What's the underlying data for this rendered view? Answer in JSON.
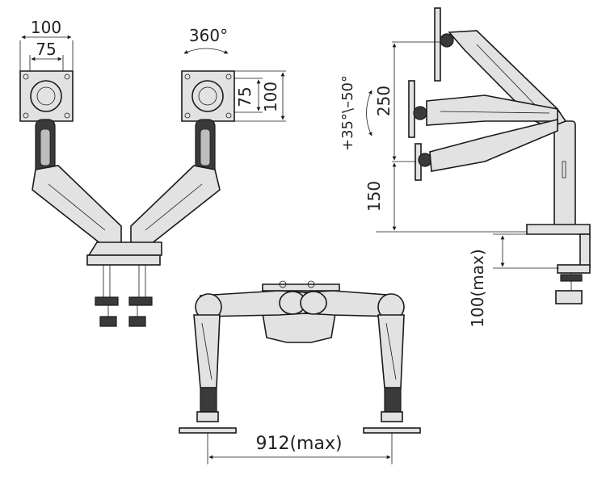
{
  "front_view": {
    "mount_outer": "100",
    "mount_inner": "75",
    "rotation": "360°",
    "vesa_right_inner": "75",
    "vesa_right_outer": "100"
  },
  "side_view": {
    "tilt_range": "+35°\\–50°",
    "height_upper": "250",
    "height_lower": "150",
    "clamp_max": "100(max)"
  },
  "top_view": {
    "width_max": "912(max)"
  }
}
